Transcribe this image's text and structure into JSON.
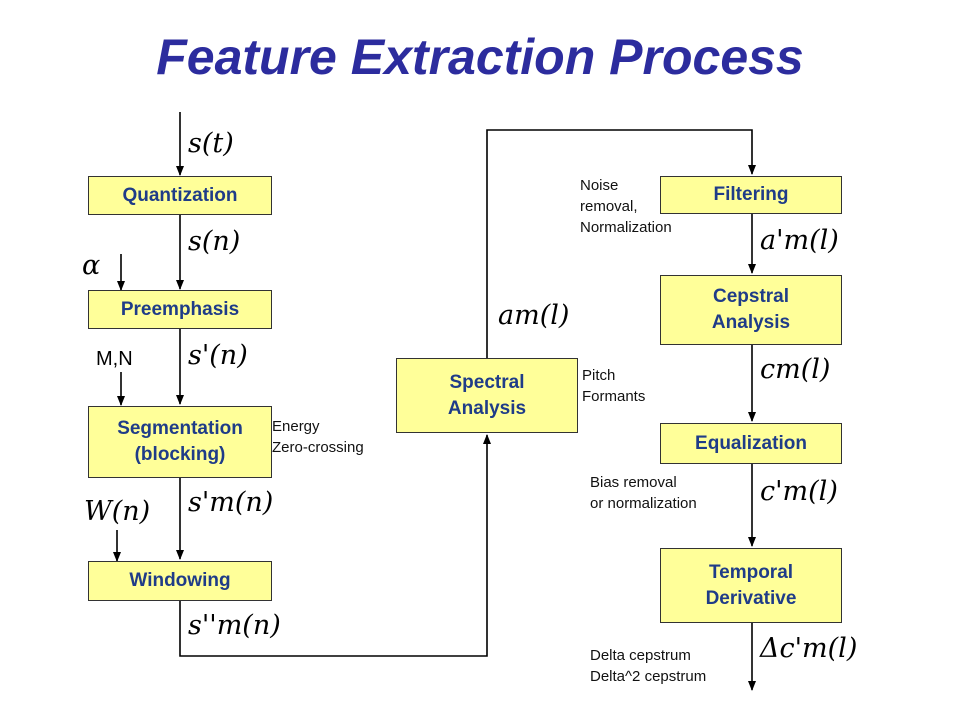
{
  "title": "Feature Extraction Process",
  "boxes": {
    "quantization": "Quantization",
    "preemphasis": "Preemphasis",
    "segmentation": "Segmentation\n(blocking)",
    "windowing": "Windowing",
    "spectral": "Spectral\nAnalysis",
    "filtering": "Filtering",
    "cepstral": "Cepstral\nAnalysis",
    "equalization": "Equalization",
    "temporal": "Temporal\nDerivative"
  },
  "signals": {
    "s_t": "s(t)",
    "s_n": "s(n)",
    "s_prime_n": "s'(n)",
    "s_prime_m_n": "s'm(n)",
    "s_dprime_m_n": "s''m(n)",
    "a_m_l": "am(l)",
    "a_prime_m_l": "a'm(l)",
    "c_m_l": "cm(l)",
    "c_prime_m_l": "c'm(l)",
    "delta_c_prime_m_l": "Δc'm(l)"
  },
  "params": {
    "alpha": "α",
    "mn": "M,N",
    "window": "W(n)"
  },
  "notes": {
    "energy": "Energy\nZero-crossing",
    "noise": "Noise\nremoval,\nNormalization",
    "pitch": "Pitch\nFormants",
    "bias": "Bias removal\nor normalization",
    "delta": "Delta cepstrum\nDelta^2 cepstrum"
  }
}
